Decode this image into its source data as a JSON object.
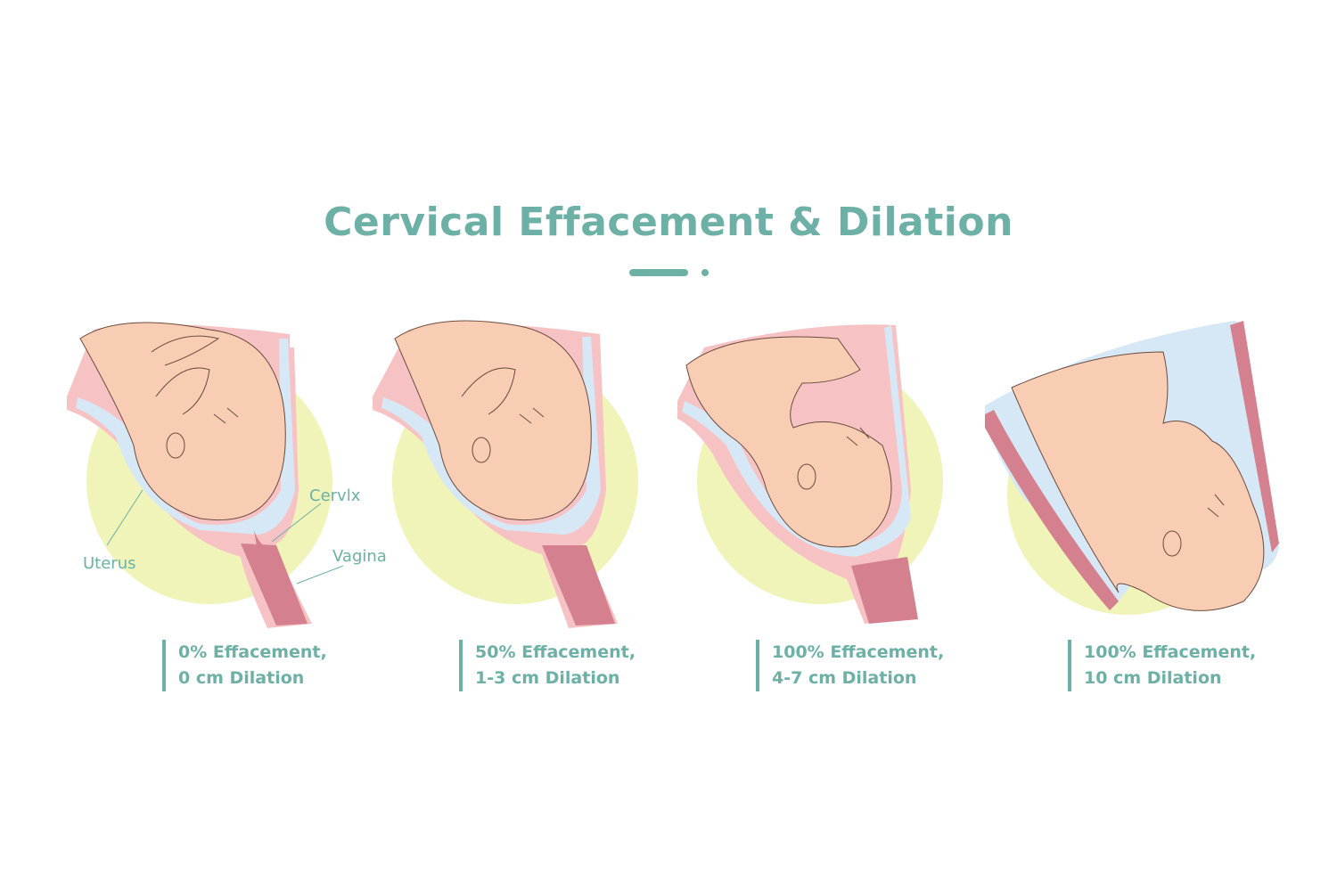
{
  "title": "Cervical Effacement & Dilation",
  "colors": {
    "accent": "#6cb0a6",
    "background_circle": "#f0f4b8",
    "uterus_wall": "#f7c2c4",
    "uterus_inner": "#d48391",
    "amniotic_fluid": "#d6e8f5",
    "baby_skin": "#f8cdb4",
    "vagina": "#d4808f"
  },
  "anatomy_labels": {
    "uterus": "Uterus",
    "cervix": "Cervlx",
    "vagina": "Vagina"
  },
  "stages": [
    {
      "line1": "0% Effacement,",
      "line2": "0 cm Dilation"
    },
    {
      "line1": "50% Effacement,",
      "line2": "1-3 cm Dilation"
    },
    {
      "line1": "100% Effacement,",
      "line2": "4-7 cm Dilation"
    },
    {
      "line1": "100% Effacement,",
      "line2": "10 cm Dilation"
    }
  ]
}
